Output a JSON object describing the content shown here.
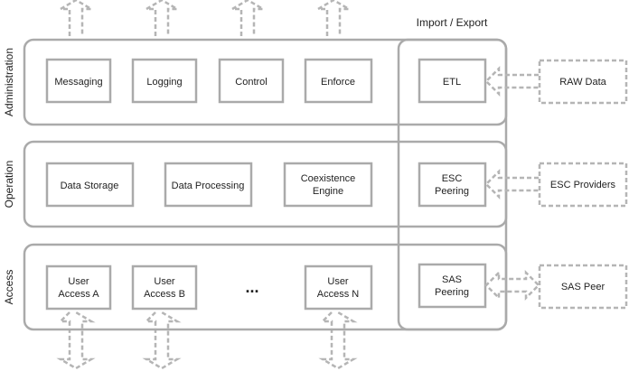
{
  "header": {
    "import_export": "Import / Export"
  },
  "layers": {
    "administration": {
      "label": "Administration"
    },
    "operation": {
      "label": "Operation"
    },
    "access": {
      "label": "Access"
    }
  },
  "admin_modules": {
    "messaging": "Messaging",
    "logging": "Logging",
    "control": "Control",
    "enforce": "Enforce"
  },
  "operation_modules": {
    "data_storage": "Data Storage",
    "data_processing": "Data Processing",
    "coexistence_line1": "Coexistence",
    "coexistence_line2": "Engine"
  },
  "access_modules": {
    "user_a_line1": "User",
    "user_a_line2": "Access A",
    "user_b_line1": "User",
    "user_b_line2": "Access B",
    "ellipsis": "...",
    "user_n_line1": "User",
    "user_n_line2": "Access N"
  },
  "import_export_modules": {
    "etl": "ETL",
    "esc_line1": "ESC",
    "esc_line2": "Peering",
    "sas_line1": "SAS",
    "sas_line2": "Peering"
  },
  "external": {
    "raw_data": "RAW Data",
    "esc_providers": "ESC Providers",
    "sas_peer": "SAS Peer"
  },
  "colors": {
    "stroke": "#aaaaaa",
    "dashed": "#b5b5b5",
    "text": "#222222"
  }
}
